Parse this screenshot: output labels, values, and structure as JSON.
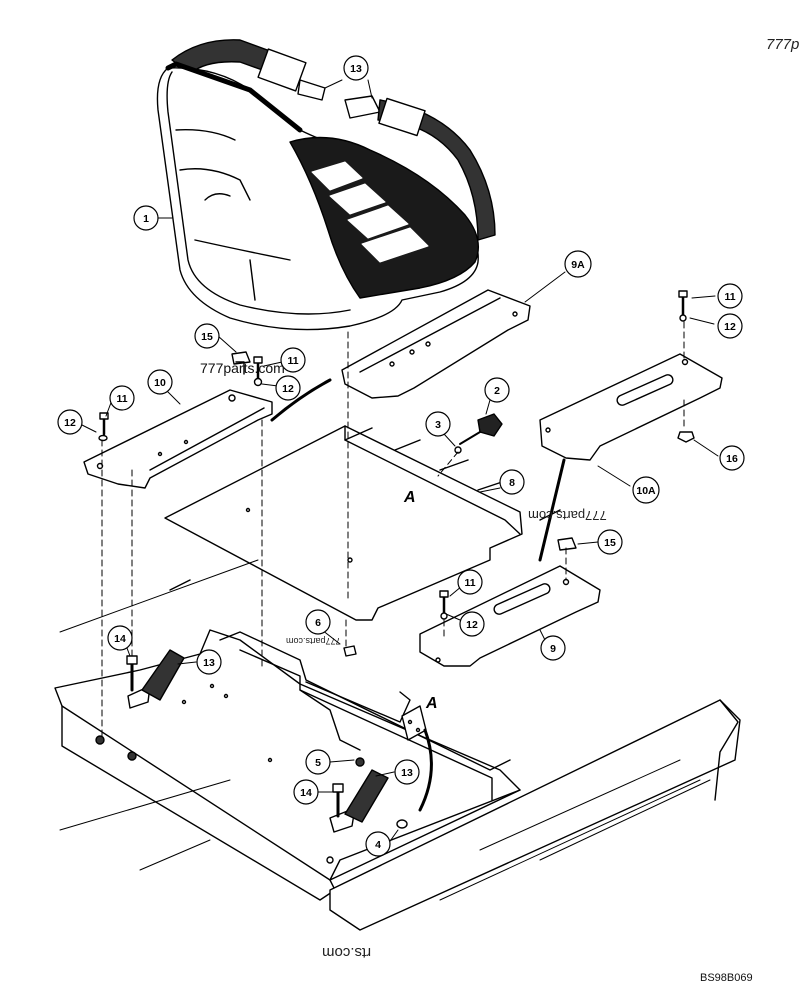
{
  "watermarks": {
    "top_right": "777p",
    "mid": "777parts.com",
    "tilted": "777parts.com",
    "small": "777parts.com",
    "bottom": "rts.com"
  },
  "drawing_code": "BS98B069",
  "callouts": [
    {
      "id": "c1",
      "label": "1"
    },
    {
      "id": "c2",
      "label": "2"
    },
    {
      "id": "c3",
      "label": "3"
    },
    {
      "id": "c4",
      "label": "4"
    },
    {
      "id": "c5",
      "label": "5"
    },
    {
      "id": "c6",
      "label": "6"
    },
    {
      "id": "c8",
      "label": "8"
    },
    {
      "id": "c9",
      "label": "9"
    },
    {
      "id": "c9a",
      "label": "9A"
    },
    {
      "id": "c10",
      "label": "10"
    },
    {
      "id": "c10a",
      "label": "10A"
    },
    {
      "id": "c11a",
      "label": "11"
    },
    {
      "id": "c11b",
      "label": "11"
    },
    {
      "id": "c11c",
      "label": "11"
    },
    {
      "id": "c11d",
      "label": "11"
    },
    {
      "id": "c12a",
      "label": "12"
    },
    {
      "id": "c12b",
      "label": "12"
    },
    {
      "id": "c12c",
      "label": "12"
    },
    {
      "id": "c12d",
      "label": "12"
    },
    {
      "id": "c13a",
      "label": "13"
    },
    {
      "id": "c13b",
      "label": "13"
    },
    {
      "id": "c13c",
      "label": "13"
    },
    {
      "id": "c14a",
      "label": "14"
    },
    {
      "id": "c14b",
      "label": "14"
    },
    {
      "id": "c15a",
      "label": "15"
    },
    {
      "id": "c15b",
      "label": "15"
    },
    {
      "id": "c16",
      "label": "16"
    }
  ],
  "reference_letters": [
    {
      "id": "ra1",
      "label": "A"
    },
    {
      "id": "ra2",
      "label": "A"
    }
  ]
}
